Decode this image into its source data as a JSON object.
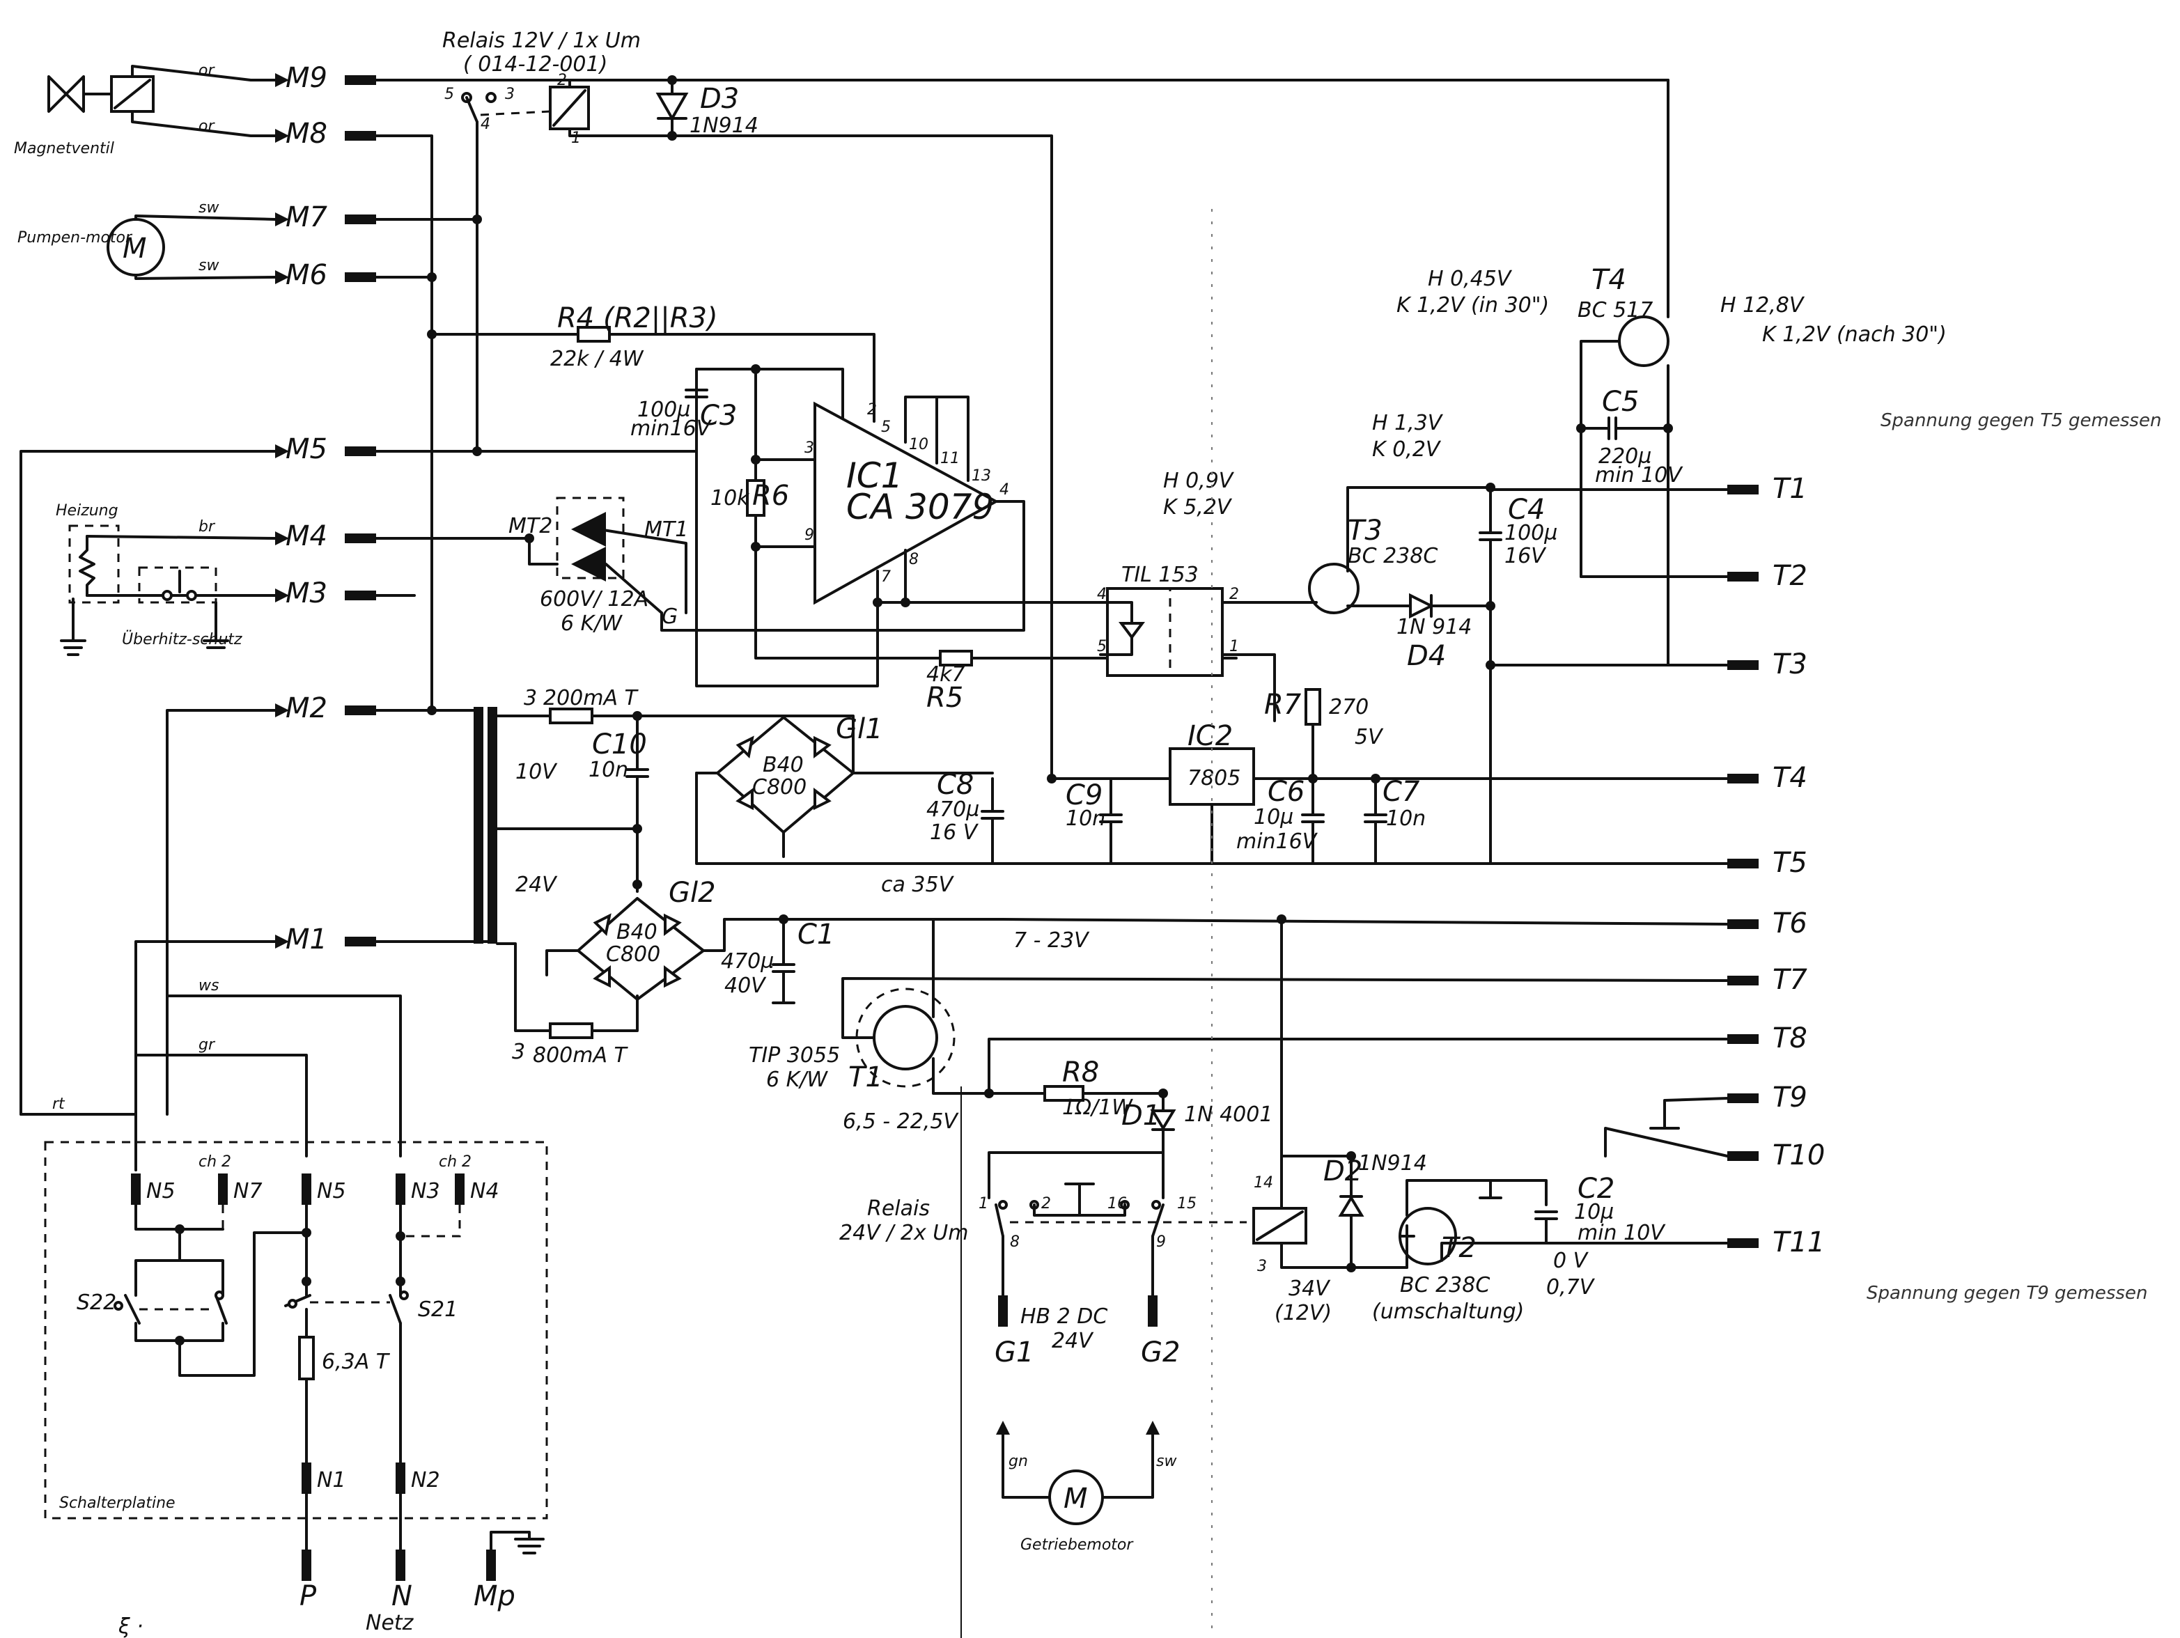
{
  "relay1": {
    "title": "Relais 12V / 1x Um",
    "part": "( 014-12-001)",
    "pin5": "5",
    "pin3": "3",
    "pin4": "4",
    "pin2": "2",
    "pin1": "1"
  },
  "valve_label": "Magnetventil",
  "pump_label": "Pumpen-motor",
  "heater_label": "Heizung",
  "overheat_label": "Überhitz-schutz",
  "gear_motor_label": "Getriebemotor",
  "board_label": "Schalterplatine",
  "motor_symbol": "M",
  "wire_or": "or",
  "wire_sw": "sw",
  "wire_br": "br",
  "wire_ws": "ws",
  "wire_gr": "gr",
  "wire_rt": "rt",
  "wire_gn": "gn",
  "m_terms": [
    "M9",
    "M8",
    "M7",
    "M6",
    "M5",
    "M4",
    "M3",
    "M2",
    "M1"
  ],
  "t_terms": [
    "T1",
    "T2",
    "T3",
    "T4",
    "T5",
    "T6",
    "T7",
    "T8",
    "T9",
    "T10",
    "T11"
  ],
  "n_terms": [
    "N5",
    "N7",
    "N5",
    "N3",
    "N4",
    "N1",
    "N2"
  ],
  "bottom_terms": {
    "p": "P",
    "n": "N",
    "mp": "Mp",
    "netz": "Netz"
  },
  "g_terms": [
    "G1",
    "G2"
  ],
  "switches": {
    "s22": "S22",
    "s21": "S21",
    "ch2a": "ch 2",
    "ch2b": "ch 2"
  },
  "fuse_main": "6,3A T",
  "fuse_f1": "200mA T",
  "fuse_f2": "800mA T",
  "f_num": "3",
  "d3": {
    "name": "D3",
    "type": "1N914"
  },
  "r4": {
    "name": "R4 (R2||R3)",
    "value": "22k / 4W"
  },
  "c3": {
    "name": "C3",
    "value": "100µ",
    "rating": "min16V"
  },
  "ic1": {
    "name": "IC1",
    "type": "CA 3079",
    "pins": [
      "2",
      "3",
      "5",
      "9",
      "10",
      "11",
      "13",
      "4",
      "7",
      "8"
    ]
  },
  "r6": {
    "name": "R6",
    "value": "10k"
  },
  "triac": {
    "mt2": "MT2",
    "mt1": "MT1",
    "g": "G",
    "rating": "600V/ 12A",
    "rth": "6 K/W"
  },
  "r5": {
    "name": "R5",
    "value": "4k7"
  },
  "til": {
    "name": "TIL 153",
    "pins": [
      "4",
      "5",
      "2",
      "1"
    ]
  },
  "t3": {
    "name": "T3",
    "type": "BC 238C"
  },
  "t3_volt": {
    "h": "H 1,3V",
    "k": "K 0,2V"
  },
  "t3_base": {
    "h": "H 0,9V",
    "k": "K 5,2V"
  },
  "d4": {
    "name": "D4",
    "type": "1N 914"
  },
  "c4": {
    "name": "C4",
    "value": "100µ",
    "rating": "16V"
  },
  "t4": {
    "name": "T4",
    "type": "BC 517"
  },
  "t4_left": {
    "h": "H 0,45V",
    "k": "K 1,2V (in 30\")"
  },
  "t4_right": {
    "h": "H 12,8V",
    "k": "K 1,2V (nach 30\")"
  },
  "c5": {
    "name": "C5",
    "value": "220µ",
    "rating": "min 10V"
  },
  "note_t5": "Spannung gegen T5 gemessen",
  "note_t9": "Spannung gegen T9 gemessen",
  "r7": {
    "name": "R7",
    "value": "270"
  },
  "five_v": "5V",
  "ic2": {
    "name": "IC2",
    "type": "7805"
  },
  "c6": {
    "name": "C6",
    "value": "10µ",
    "rating": "min16V"
  },
  "c7": {
    "name": "C7",
    "value": "10n"
  },
  "c9": {
    "name": "C9",
    "value": "10n"
  },
  "c8": {
    "name": "C8",
    "value": "470µ",
    "rating": "16 V"
  },
  "gl1": {
    "name": "Gl1",
    "type": "B40",
    "cap": "C800"
  },
  "gl2": {
    "name": "Gl2",
    "type": "B40",
    "cap": "C800"
  },
  "c10": {
    "name": "C10",
    "value": "10n"
  },
  "trafo": {
    "v1": "10V",
    "v2": "24V"
  },
  "c1": {
    "name": "C1",
    "value": "470µ",
    "rating": "40V"
  },
  "ca35": "ca 35V",
  "v7_23": "7 - 23V",
  "t1": {
    "name": "T1",
    "type": "TIP 3055",
    "rth": "6 K/W"
  },
  "v65": "6,5 - 22,5V",
  "r8": {
    "name": "R8",
    "value": "1Ω/1W"
  },
  "d1": {
    "name": "D1",
    "type": "1N 4001"
  },
  "relay2": {
    "title": "Relais",
    "spec": "24V / 2x Um",
    "model": "HB 2 DC",
    "volt": "24V",
    "pins": [
      "1",
      "2",
      "16",
      "15",
      "8",
      "9"
    ]
  },
  "d2": {
    "name": "D2",
    "type": "1N914"
  },
  "relay2_pins": [
    "14",
    "3"
  ],
  "t2": {
    "name": "T2",
    "type": "BC 238C",
    "note": "(umschaltung)"
  },
  "t2_v": {
    "a": "34V",
    "b": "(12V)",
    "c": "0 V",
    "d": "0,7V"
  },
  "c2": {
    "name": "C2",
    "value": "10µ",
    "rating": "min 10V"
  },
  "stray": "ξ ·"
}
